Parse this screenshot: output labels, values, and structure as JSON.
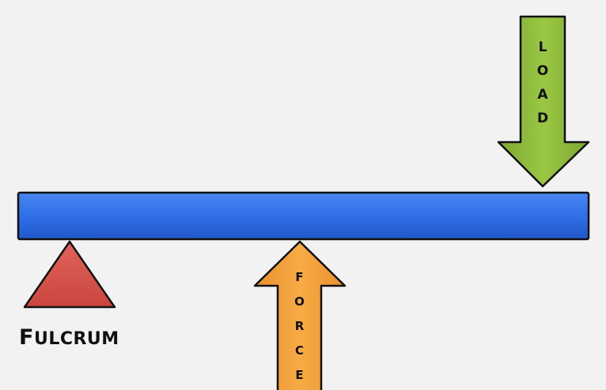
{
  "diagram": {
    "colors": {
      "beam": "#2f6fe8",
      "fulcrum": "#d9534a",
      "force": "#f5a03a",
      "load": "#8db83a",
      "outline": "#111111",
      "background": "#f2f2f2"
    },
    "labels": {
      "load": [
        "L",
        "O",
        "A",
        "D"
      ],
      "force": [
        "F",
        "O",
        "R",
        "C",
        "E"
      ],
      "fulcrum_initial": "F",
      "fulcrum_rest": "ULCRUM"
    }
  }
}
